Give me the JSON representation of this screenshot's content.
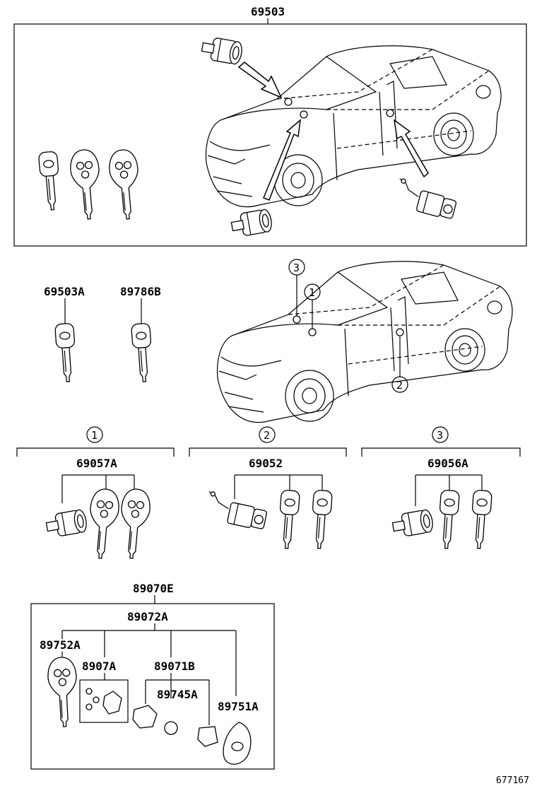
{
  "top_assembly": {
    "part_no": "69503"
  },
  "key_labels": {
    "key_a": "69503A",
    "key_b": "89786B"
  },
  "location_markers": [
    "1",
    "2",
    "3"
  ],
  "groups": [
    {
      "marker": "1",
      "part_no": "69057A"
    },
    {
      "marker": "2",
      "part_no": "69052"
    },
    {
      "marker": "3",
      "part_no": "69056A"
    }
  ],
  "transmitter_kit": {
    "part_no": "89070E",
    "sub_assembly": "89072A",
    "key_with_transmitter": "89752A",
    "case_set": "8907A",
    "board": "89071B",
    "battery": "89745A",
    "cover": "89751A"
  },
  "diagram_id": "677167"
}
